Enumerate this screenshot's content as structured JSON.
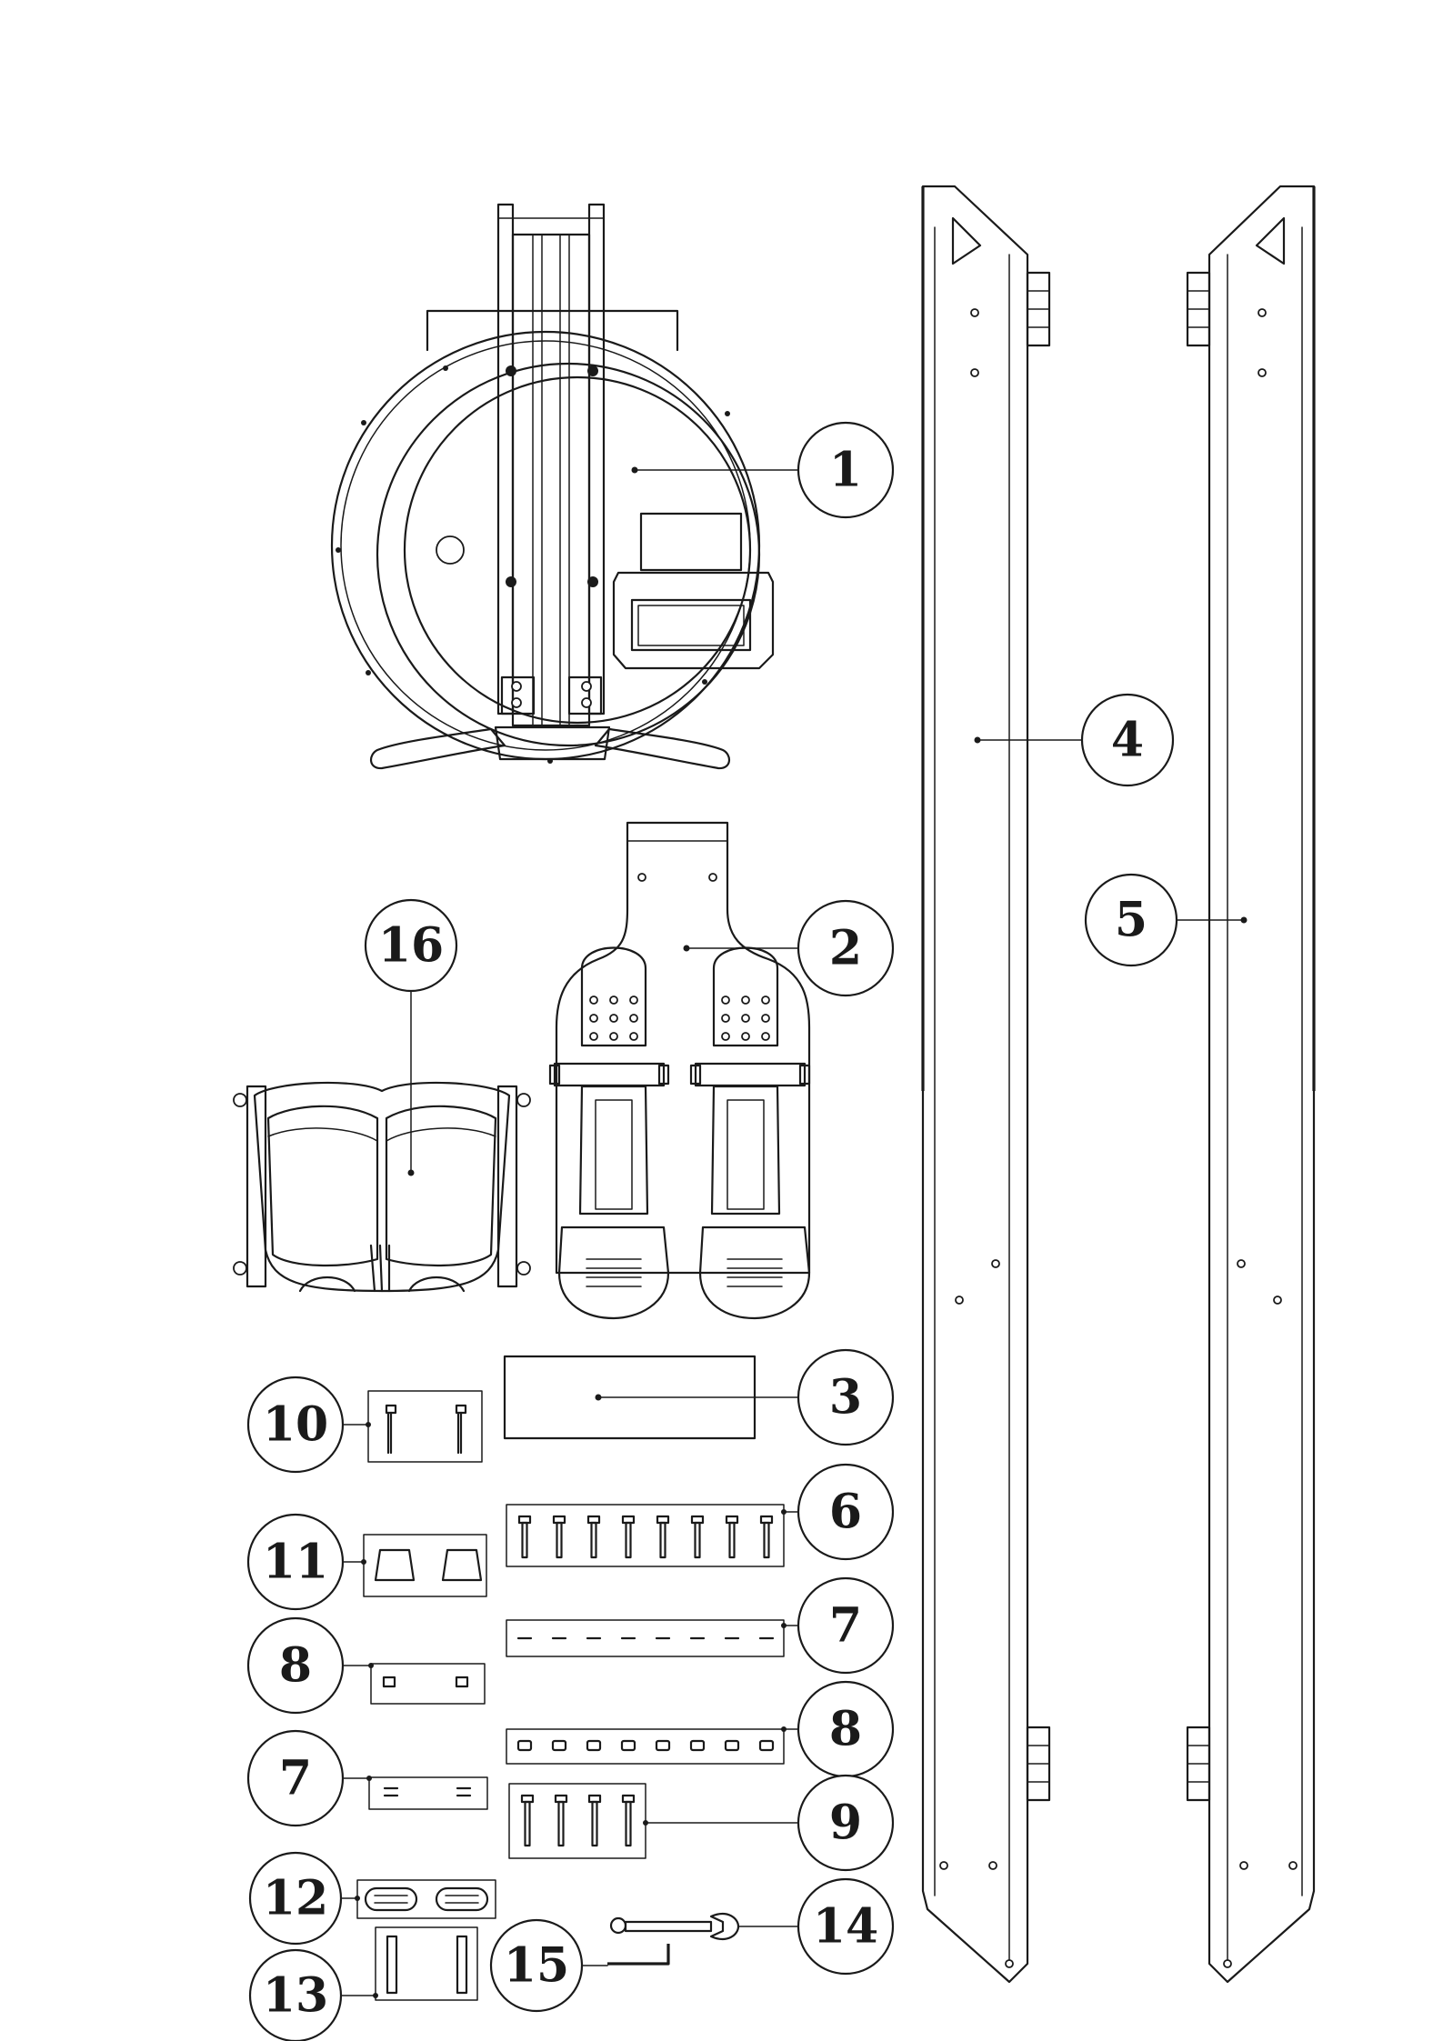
{
  "callouts": {
    "c1": "1",
    "c2": "2",
    "c3": "3",
    "c4": "4",
    "c5": "5",
    "c6": "6",
    "c7a": "7",
    "c7b": "7",
    "c8a": "8",
    "c8b": "8",
    "c9": "9",
    "c10": "10",
    "c11": "11",
    "c12": "12",
    "c13": "13",
    "c14": "14",
    "c15": "15",
    "c16": "16"
  },
  "icons": {
    "main-frame": "rowing-machine-main-frame-icon",
    "foot-rest": "foot-rest-assembly-icon",
    "seat": "seat-icon",
    "rail-left": "aluminium-rail-icon",
    "rail-right": "aluminium-rail-icon",
    "wrench": "wrench-icon",
    "allen-key": "allen-key-icon"
  }
}
